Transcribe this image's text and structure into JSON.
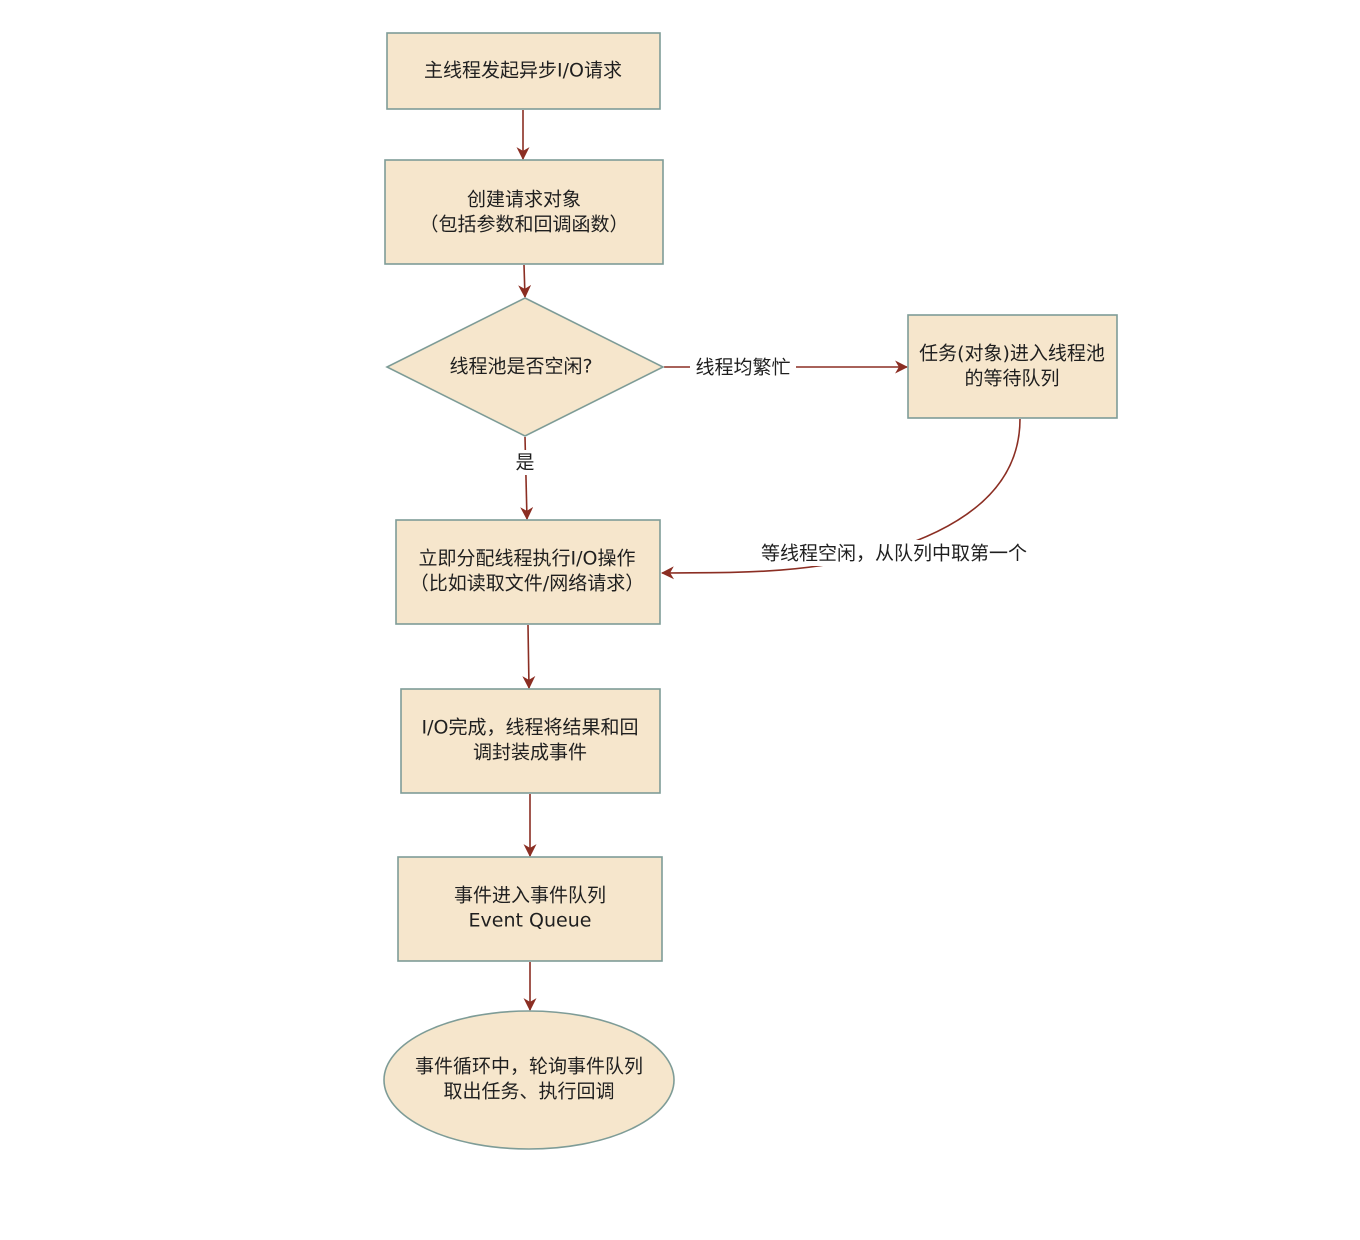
{
  "nodes": {
    "start": {
      "lines": [
        "主线程发起异步I/O请求"
      ]
    },
    "create_request": {
      "lines": [
        "创建请求对象",
        "（包括参数和回调函数）"
      ]
    },
    "pool_idle_decision": {
      "lines": [
        "线程池是否空闲?"
      ]
    },
    "wait_queue": {
      "lines": [
        "任务(对象)进入线程池",
        "的等待队列"
      ]
    },
    "execute_io": {
      "lines": [
        "立即分配线程执行I/O操作",
        "（比如读取文件/网络请求）"
      ]
    },
    "io_complete": {
      "lines": [
        "I/O完成，线程将结果和回",
        "调封装成事件"
      ]
    },
    "event_queue": {
      "lines": [
        "事件进入事件队列",
        "Event Queue"
      ]
    },
    "event_loop": {
      "lines": [
        "事件循环中，轮询事件队列",
        "取出任务、执行回调"
      ]
    }
  },
  "edges": {
    "busy_label": "线程均繁忙",
    "yes_label": "是",
    "wait_label": "等线程空闲，从队列中取第一个"
  },
  "colors": {
    "node_fill": "#F6E6CC",
    "node_stroke": "#7E9C97",
    "arrow": "#8B2E23"
  }
}
